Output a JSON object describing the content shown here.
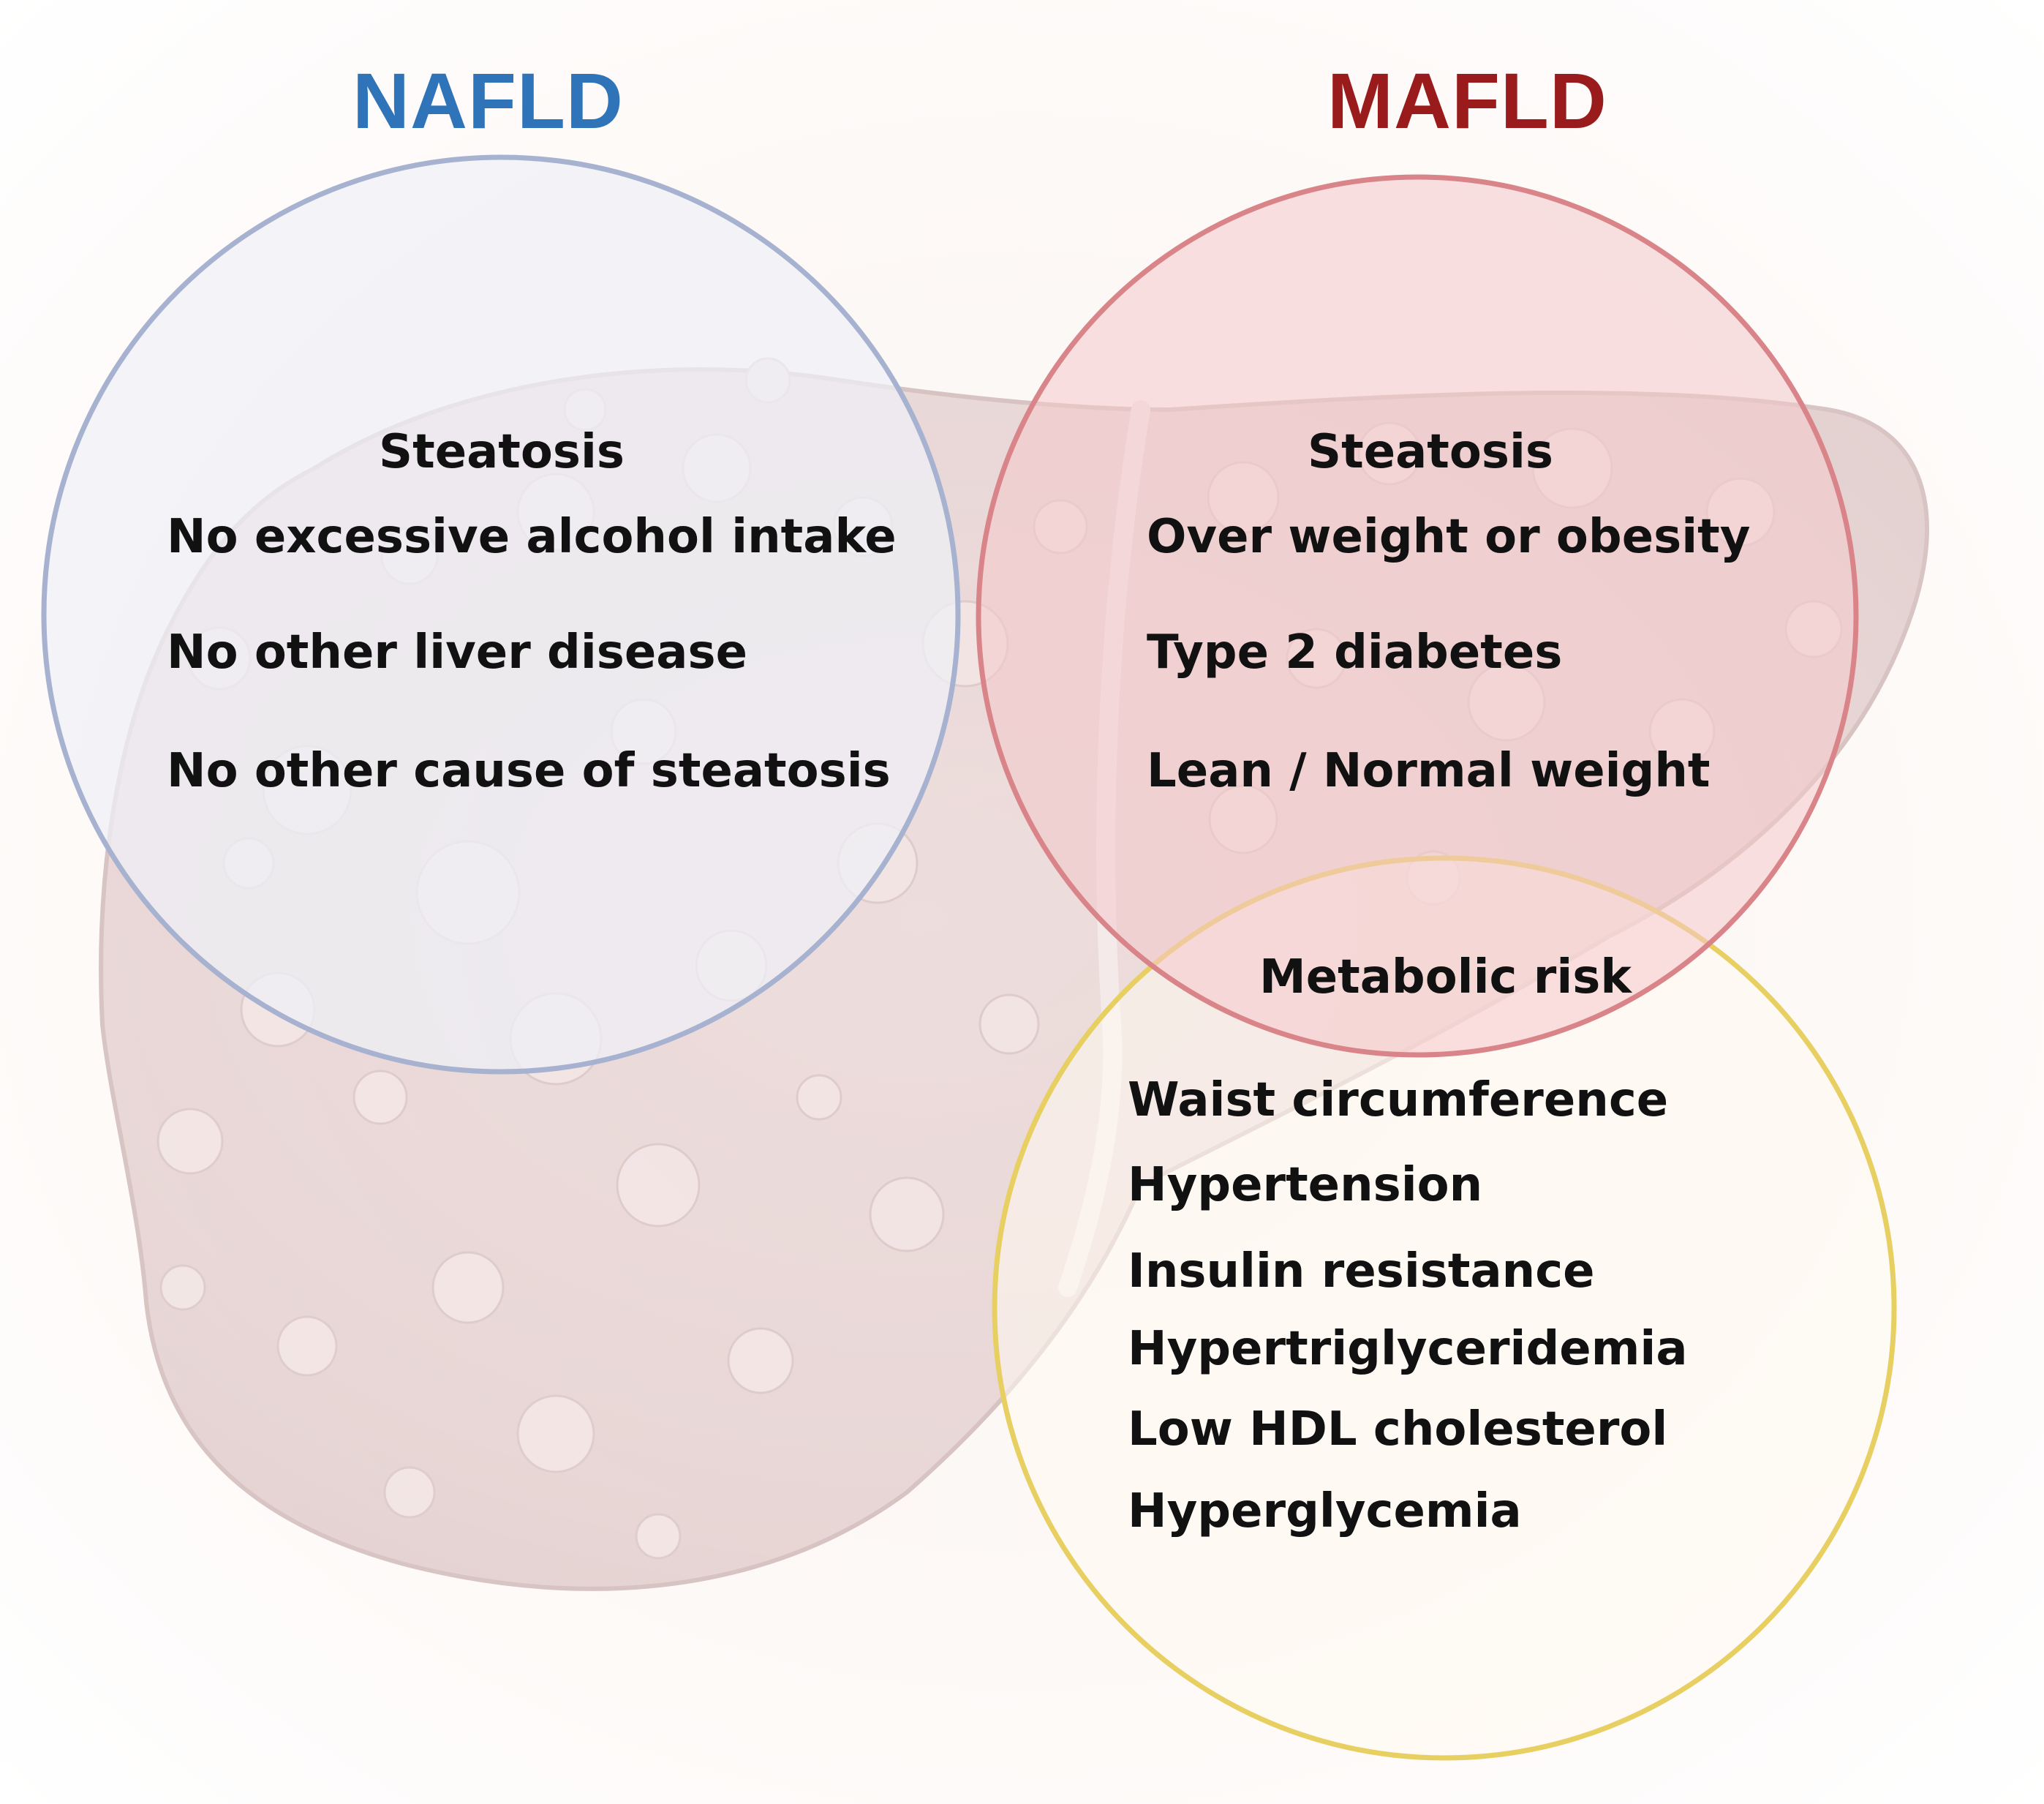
{
  "colors": {
    "nafld": "#2f74b8",
    "mafld": "#9a1b1b",
    "nafld_circle": "#a6b2cf",
    "mafld_circle": "#d98489",
    "metabolic_circle": "#e8cf62",
    "liver": "#c9a4a4"
  },
  "nafld": {
    "title": "NAFLD",
    "heading": "Steatosis",
    "criteria": [
      "No excessive alcohol intake",
      "No other liver disease",
      "No other cause of steatosis"
    ]
  },
  "mafld": {
    "title": "MAFLD",
    "heading": "Steatosis",
    "criteria": [
      "Over weight or obesity",
      "Type 2 diabetes",
      "Lean / Normal weight"
    ]
  },
  "metabolic": {
    "heading": "Metabolic risk",
    "items": [
      "Waist circumference",
      "Hypertension",
      "Insulin resistance",
      "Hypertriglyceridemia",
      "Low HDL cholesterol",
      "Hyperglycemia"
    ]
  }
}
